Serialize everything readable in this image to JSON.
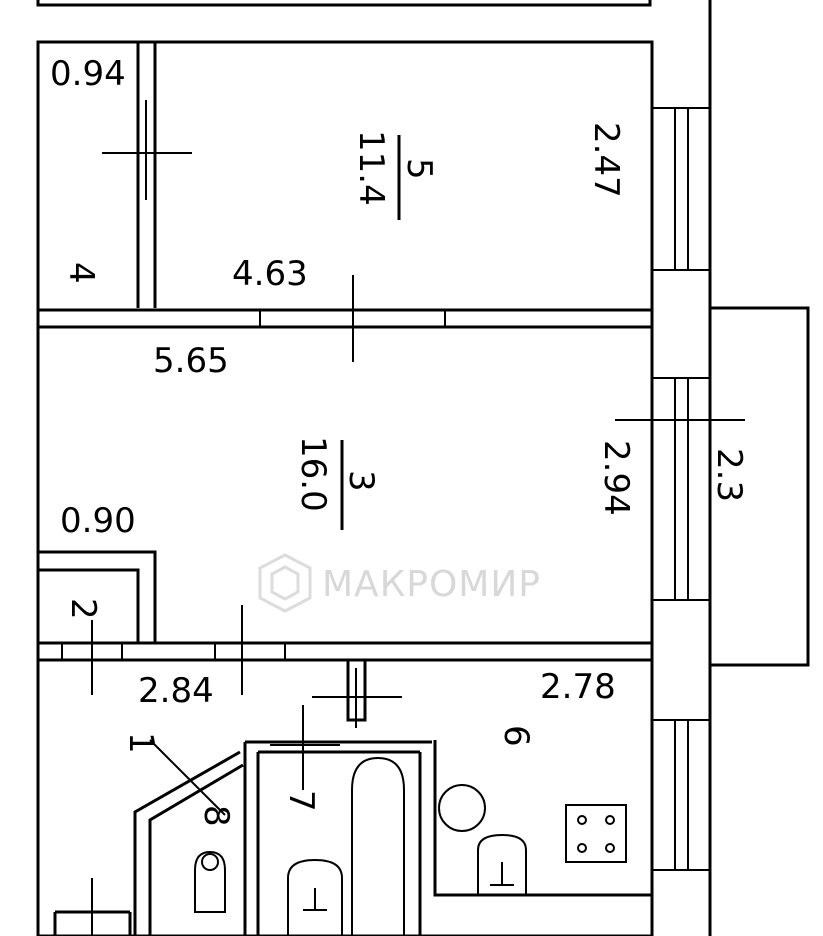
{
  "rooms": [
    {
      "number": "1",
      "area": ""
    },
    {
      "number": "2",
      "area": ""
    },
    {
      "number": "3",
      "area": "16.0"
    },
    {
      "number": "4",
      "area": ""
    },
    {
      "number": "5",
      "area": "11.4"
    },
    {
      "number": "6",
      "area": ""
    },
    {
      "number": "7",
      "area": ""
    },
    {
      "number": "8",
      "area": ""
    }
  ],
  "dimensions": {
    "room4_width": "0.94",
    "room5_depth": "2.47",
    "room5_width": "4.63",
    "room3_width": "5.65",
    "room3_depth": "2.94",
    "balcony_length": "2.3",
    "closet_width": "0.90",
    "hall_width": "2.84",
    "kitchen_width": "2.78"
  },
  "watermark": "МАКРОМИР",
  "colors": {
    "line": "#000000",
    "background": "#ffffff",
    "watermark": "#d8d8d8"
  }
}
